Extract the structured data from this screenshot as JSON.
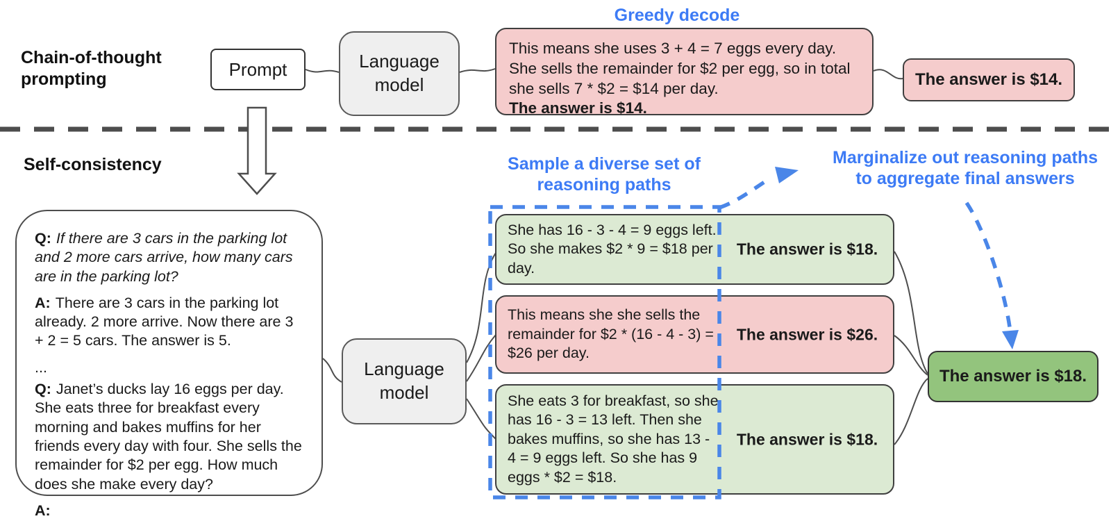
{
  "colors": {
    "pink": "#f5cccc",
    "light_green": "#dcead3",
    "final_green": "#93c47d",
    "model_gray": "#efefef",
    "accent_blue": "#3d7bf5",
    "dash_blue": "#4a86e8",
    "line_gray": "#4d4d4d"
  },
  "cot": {
    "section_label": "Chain-of-thought\nprompting",
    "prompt_label": "Prompt",
    "lm_label": "Language\nmodel",
    "decode_label": "Greedy decode",
    "reasoning_text": "This means she uses 3 + 4 = 7 eggs every day. She sells the remainder for $2 per egg, so in total she sells 7 * $2 = $14 per day.",
    "reasoning_answer": "The answer is $14.",
    "final_answer": "The answer is $14."
  },
  "sc": {
    "section_label": "Self-consistency",
    "sample_label": "Sample a diverse set of\nreasoning paths",
    "marginalize_label": "Marginalize out reasoning paths\nto aggregate final answers",
    "lm_label": "Language\nmodel",
    "prompt": {
      "q1_label": "Q:",
      "q1_text": "If there are 3 cars in the parking lot and 2 more cars arrive, how many cars are in the parking lot?",
      "a1_label": "A:",
      "a1_text": "There are 3 cars in the parking lot already. 2 more arrive. Now there are 3 + 2 = 5 cars. The answer is 5.",
      "ellipsis": "...",
      "q2_label": "Q:",
      "q2_text": "Janet’s ducks lay 16 eggs per day. She eats three for breakfast every morning and bakes muffins for her friends every day with four. She sells the remainder for $2 per egg. How much does she make every day?",
      "a2_label": "A:"
    },
    "paths": [
      {
        "reasoning": "She has 16 - 3 - 4 = 9 eggs left. So she makes $2 * 9 = $18 per day.",
        "answer": "The answer is $18."
      },
      {
        "reasoning": "This means she she sells the remainder for $2 * (16 - 4 - 3) = $26 per day.",
        "answer": "The answer is $26."
      },
      {
        "reasoning": "She eats 3 for breakfast, so she has 16 - 3 = 13 left. Then she bakes muffins, so she has 13 - 4 = 9 eggs left. So she has 9 eggs * $2 = $18.",
        "answer": "The answer is $18."
      }
    ],
    "final_answer": "The answer is $18."
  }
}
